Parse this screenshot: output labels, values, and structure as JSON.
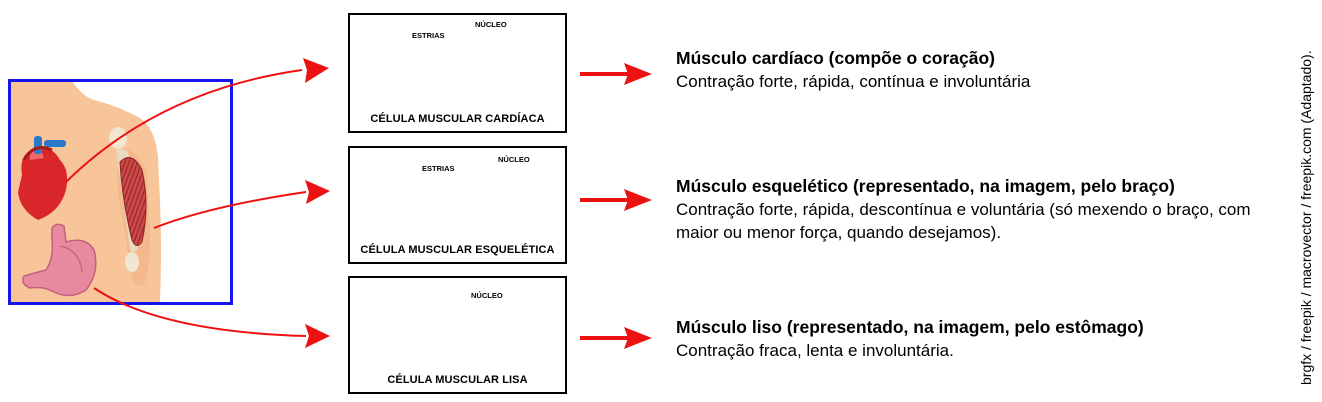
{
  "panels": [
    {
      "caption": "CÉLULA MUSCULAR CARDÍACA",
      "labels": {
        "striations": "ESTRIAS",
        "nucleus": "NÚCLEO"
      }
    },
    {
      "caption": "CÉLULA MUSCULAR ESQUELÉTICA",
      "labels": {
        "striations": "ESTRIAS",
        "nucleus": "NÚCLEO"
      }
    },
    {
      "caption": "CÉLULA MUSCULAR LISA",
      "labels": {
        "nucleus": "NÚCLEO"
      }
    }
  ],
  "descriptions": [
    {
      "title": "Músculo cardíaco (compõe o coração)",
      "text": "Contração forte, rápida, contínua e involuntária"
    },
    {
      "title": "Músculo esquelético (representado, na imagem, pelo braço)",
      "text": "Contração forte, rápida, descontínua e voluntária (só mexendo o braço, com maior ou menor força, quando desejamos)."
    },
    {
      "title": "Músculo liso (representado, na imagem, pelo estômago)",
      "text": "Contração fraca, lenta e involuntária."
    }
  ],
  "credit": "brgfx / freepik / macrovector / freepik.com (Adaptado).",
  "colors": {
    "arrow": "#ee1111",
    "frame": "#1515ee",
    "muscle": "#c94444",
    "skin": "#f8c49a",
    "nucleus": "#1c4fa0",
    "smooth": "#f0875a"
  }
}
